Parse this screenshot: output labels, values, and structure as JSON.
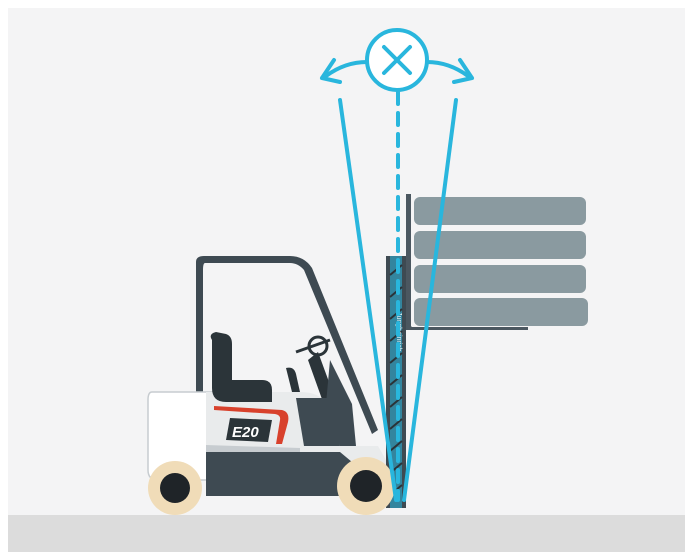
{
  "scene": {
    "description_icon": "forklift-mast-tilt-warning",
    "model_label": "E20",
    "brand_label": "Jungheinrich",
    "symbol": "prohibited-x-icon"
  },
  "colors": {
    "background": "#f4f4f5",
    "floor": "#dcdcdc",
    "accent_cyan": "#29b6dd",
    "body_dark": "#3e4a52",
    "load_gray": "#8a9aa0",
    "wheel_tire": "#f0dcb8",
    "brand_red": "#d8412c"
  }
}
